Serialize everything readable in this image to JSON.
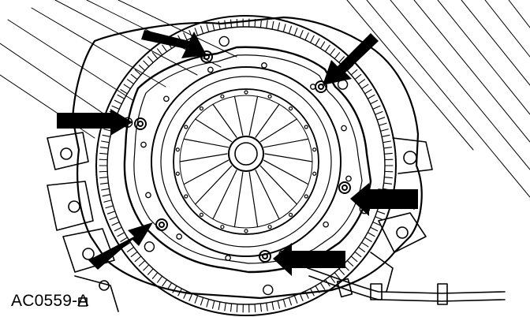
{
  "figure": {
    "id_label": "AC0559-A"
  },
  "callouts": [
    {
      "target": "pressure-plate-bolt",
      "direction": "down-right"
    },
    {
      "target": "pressure-plate-bolt",
      "direction": "down-left"
    },
    {
      "target": "pressure-plate-bolt",
      "direction": "right"
    },
    {
      "target": "pressure-plate-bolt",
      "direction": "left"
    },
    {
      "target": "pressure-plate-bolt",
      "direction": "up-right"
    },
    {
      "target": "pressure-plate-bolt",
      "direction": "left"
    }
  ],
  "colors": {
    "ink": "#000000",
    "paper": "#ffffff"
  }
}
